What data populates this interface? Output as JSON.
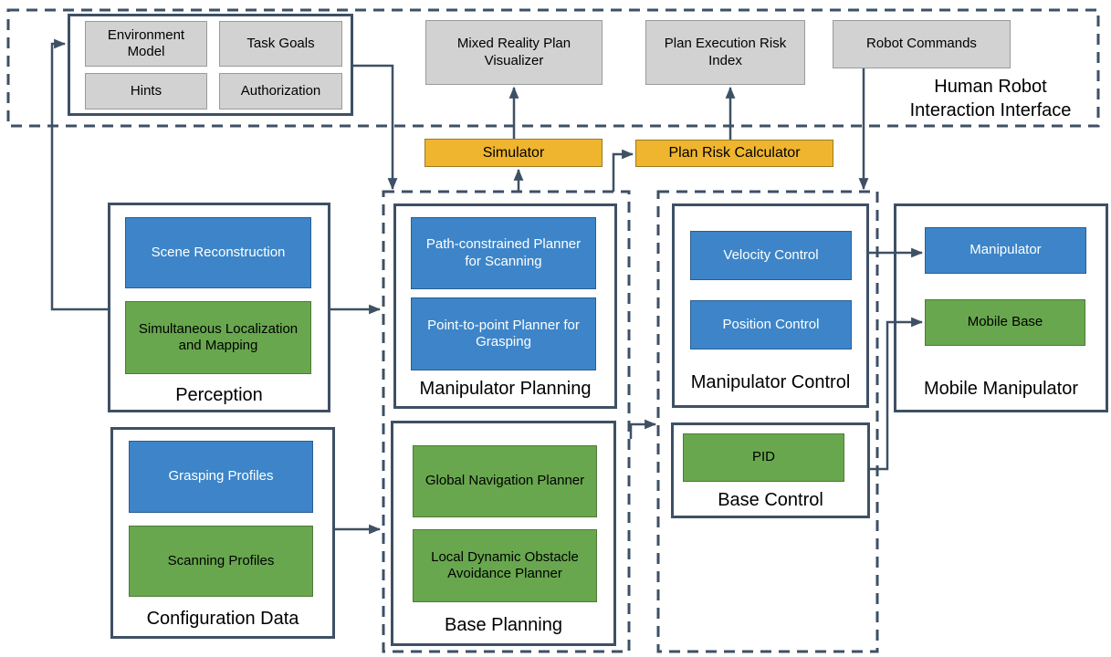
{
  "diagram": {
    "colors": {
      "box_blue": "#3D85C8",
      "box_green": "#68A74E",
      "box_yellow": "#F0B52E",
      "box_gray": "#D2D2D2",
      "line_stroke": "#3E5064",
      "blue_text": "#FFFFFF",
      "default_text": "#000000"
    },
    "hri": {
      "title_line1": "Human Robot",
      "title_line2": "Interaction Interface",
      "environment_model": "Environment Model",
      "task_goals": "Task Goals",
      "hints": "Hints",
      "authorization": "Authorization",
      "mixed_reality_plan_visualizer": "Mixed Reality Plan Visualizer",
      "plan_execution_risk_index": "Plan Execution Risk Index",
      "robot_commands": "Robot Commands"
    },
    "middleware": {
      "simulator": "Simulator",
      "plan_risk_calculator": "Plan Risk Calculator"
    },
    "perception": {
      "title": "Perception",
      "scene_reconstruction": "Scene Reconstruction",
      "slam": "Simultaneous Localization and Mapping"
    },
    "configuration_data": {
      "title": "Configuration Data",
      "grasping_profiles": "Grasping Profiles",
      "scanning_profiles": "Scanning Profiles"
    },
    "manipulator_planning": {
      "title": "Manipulator Planning",
      "path_constrained": "Path-constrained Planner for Scanning",
      "point_to_point": "Point-to-point Planner for Grasping"
    },
    "base_planning": {
      "title": "Base Planning",
      "global_navigation": "Global Navigation Planner",
      "local_dynamic": "Local Dynamic Obstacle Avoidance Planner"
    },
    "manipulator_control": {
      "title": "Manipulator Control",
      "velocity_control": "Velocity Control",
      "position_control": "Position Control"
    },
    "base_control": {
      "title": "Base Control",
      "pid": "PID"
    },
    "mobile_manipulator": {
      "title": "Mobile Manipulator",
      "manipulator": "Manipulator",
      "mobile_base": "Mobile Base"
    }
  }
}
